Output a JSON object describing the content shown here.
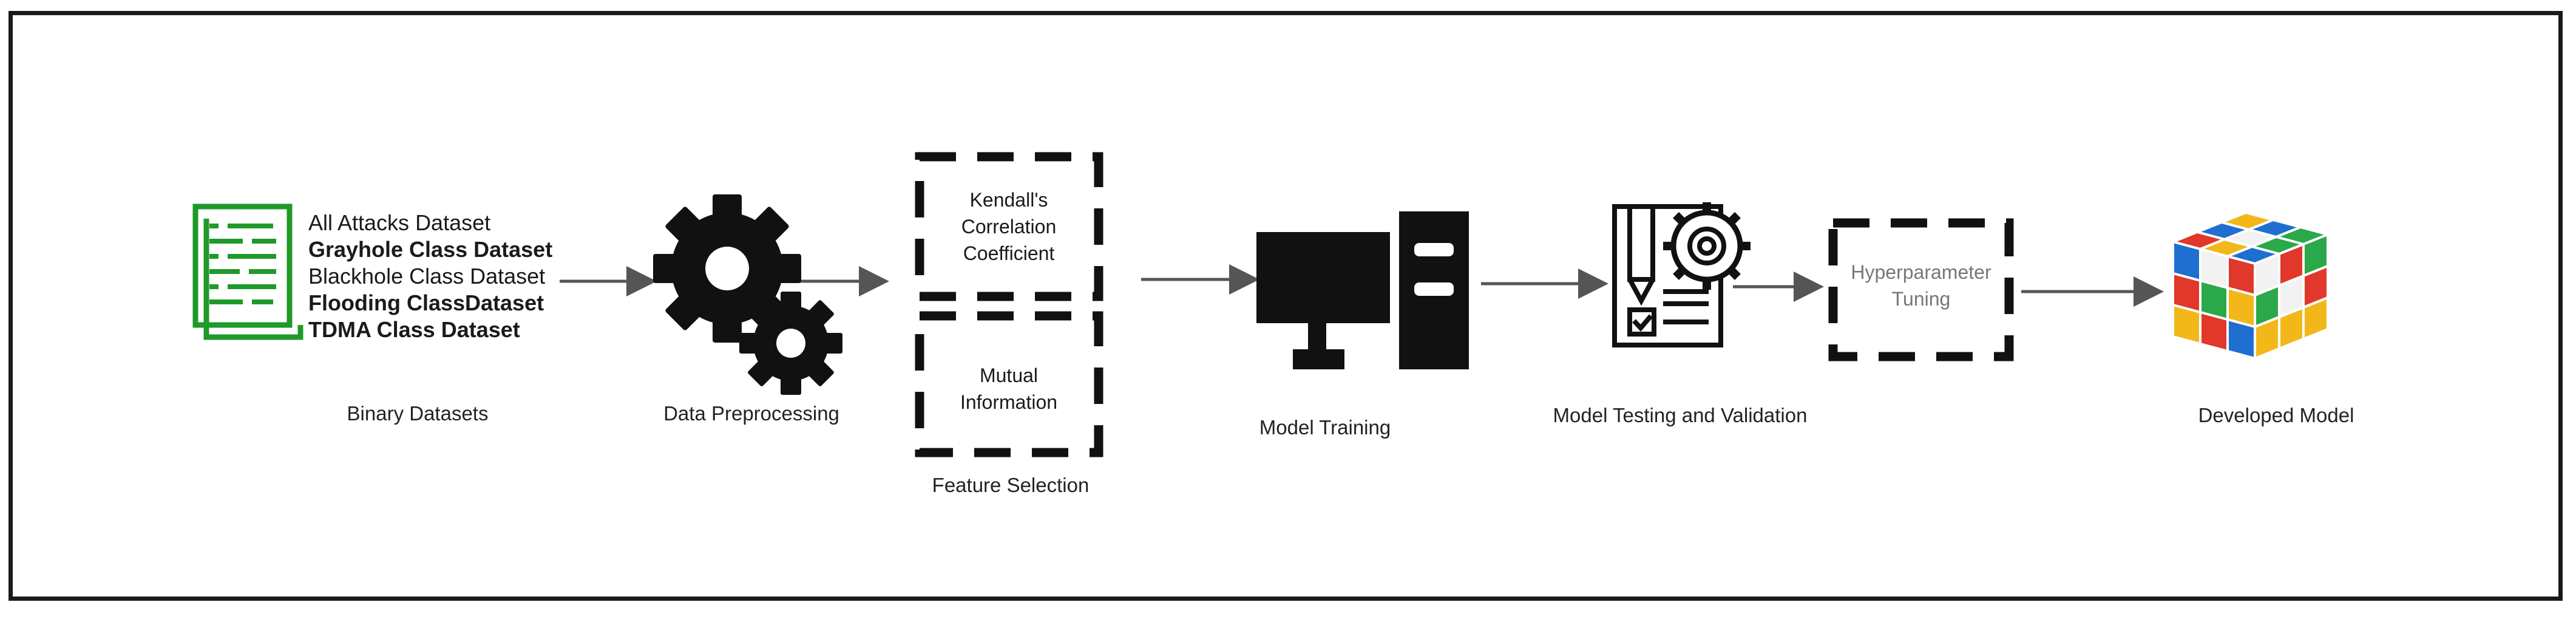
{
  "datasets": [
    "All Attacks Dataset",
    "Grayhole Class Dataset",
    "Blackhole Class Dataset",
    "Flooding ClassDataset",
    "TDMA Class Dataset"
  ],
  "captions": {
    "binary_datasets": "Binary Datasets",
    "data_preprocessing": "Data Preprocessing",
    "feature_selection": "Feature Selection",
    "model_training": "Model Training",
    "model_testing": "Model Testing and Validation",
    "developed_model": "Developed Model"
  },
  "feature_boxes": {
    "kendall_l1": "Kendall's",
    "kendall_l2": "Correlation",
    "kendall_l3": "Coefficient",
    "mutual_l1": "Mutual",
    "mutual_l2": "Information"
  },
  "hyperparameter": {
    "line1": "Hyperparameter",
    "line2": "Tuning"
  },
  "colors": {
    "document_icon": "#1f9a2a",
    "arrow": "#555555",
    "icon_dark": "#111111"
  },
  "icons": {
    "datasets": "document-icon",
    "preprocessing": "gears-icon",
    "training": "computer-icon",
    "testing": "checklist-gear-icon",
    "developed": "rubiks-cube-icon"
  }
}
